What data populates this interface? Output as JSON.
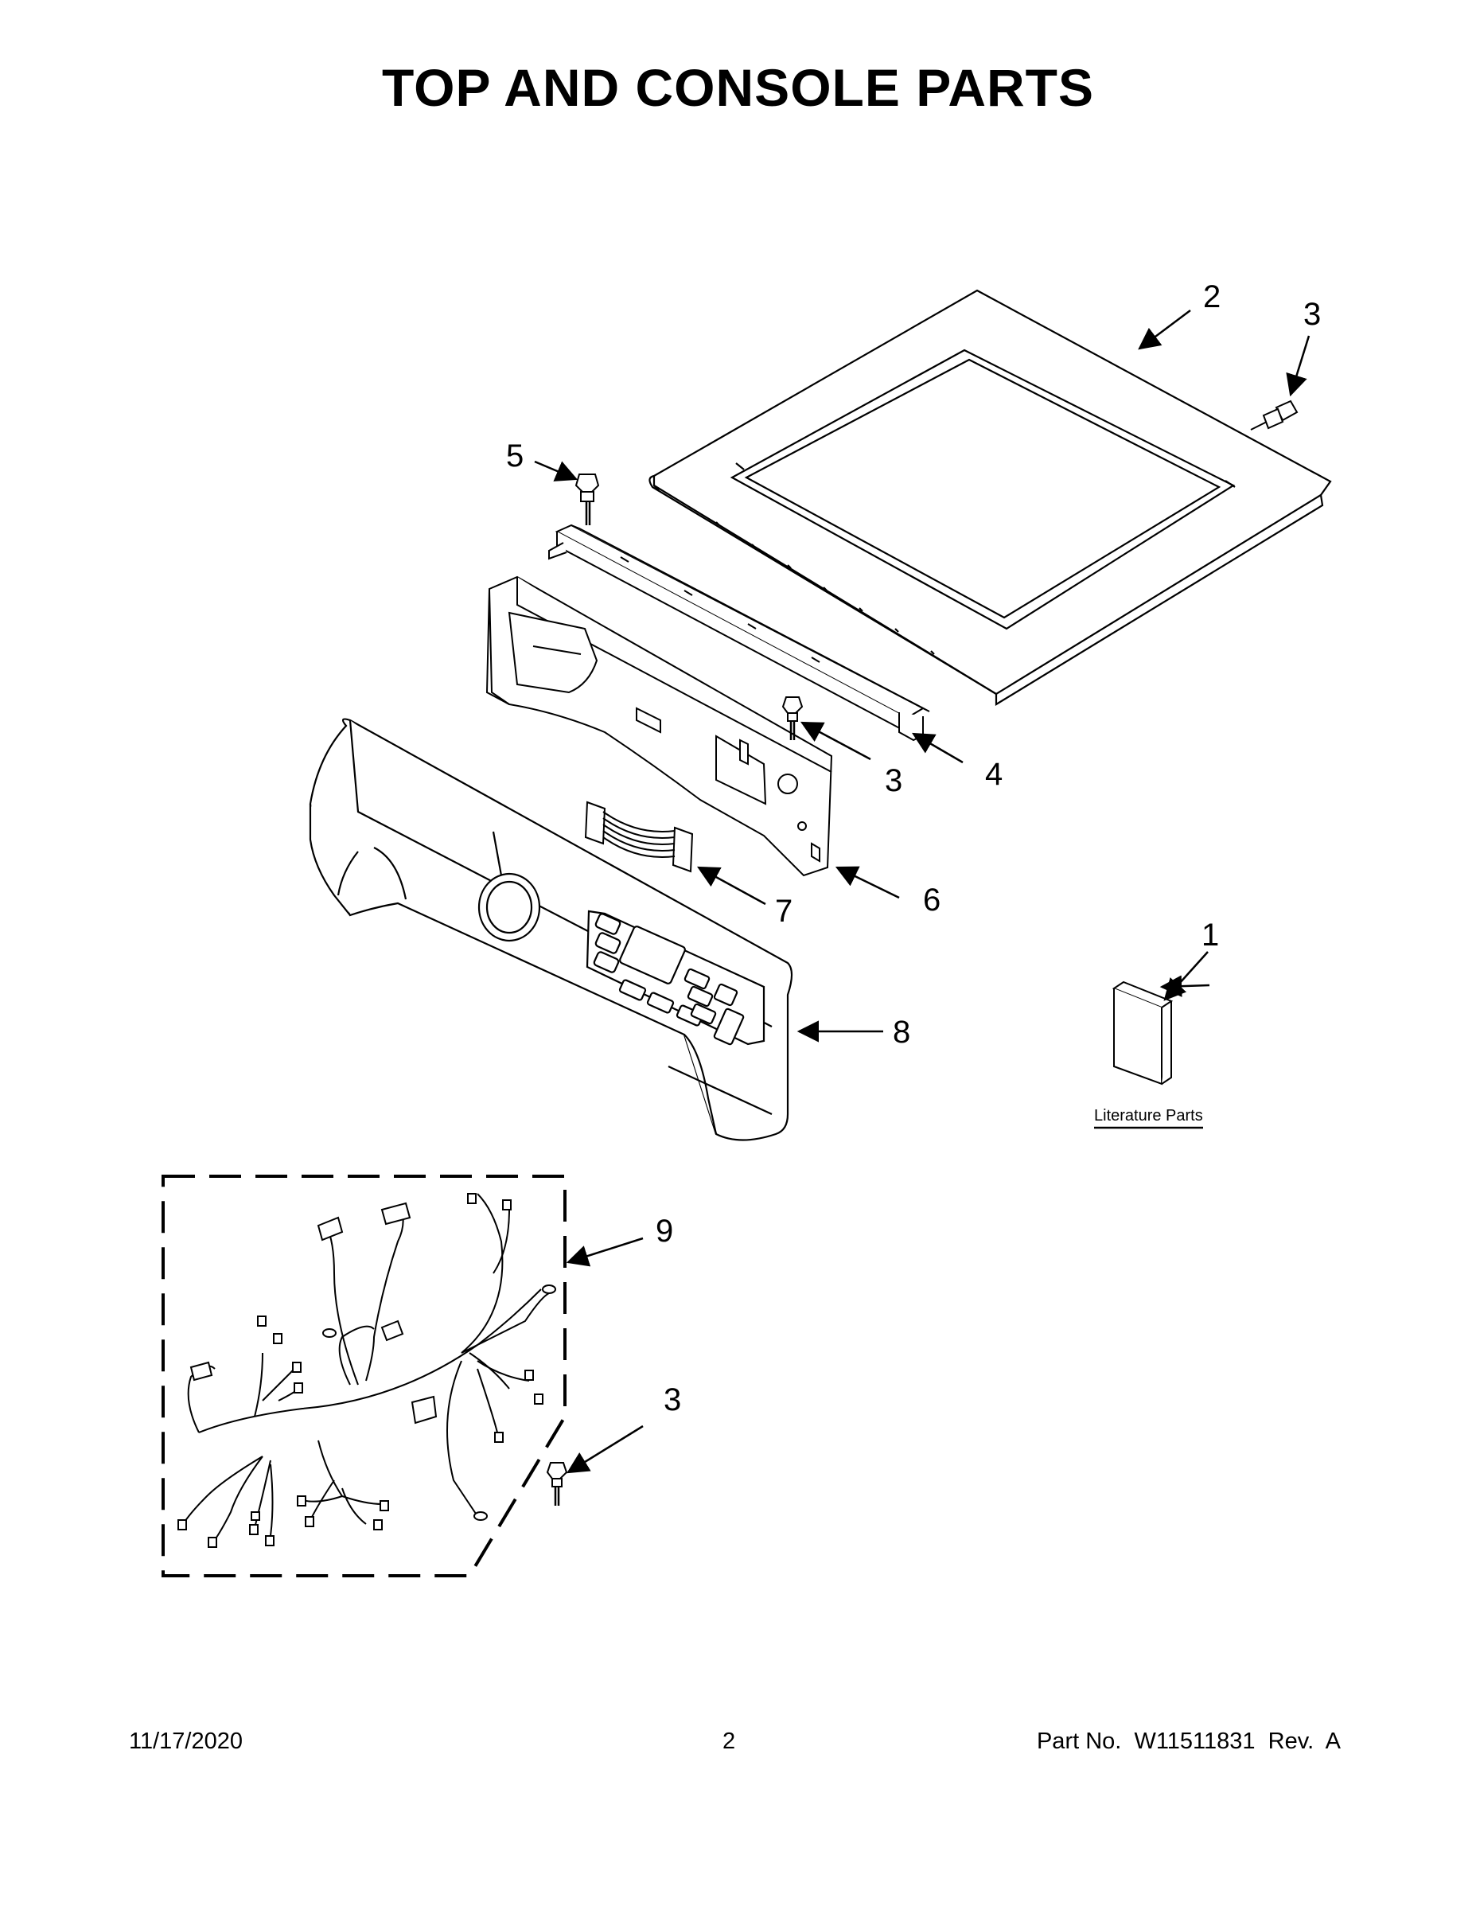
{
  "title": "TOP AND CONSOLE PARTS",
  "callouts": {
    "c1": "1",
    "c2": "2",
    "c3_top": "3",
    "c3_mid": "3",
    "c3_bottom": "3",
    "c4": "4",
    "c5": "5",
    "c6": "6",
    "c7": "7",
    "c8": "8",
    "c9": "9"
  },
  "literature_label": "Literature Parts",
  "footer": {
    "date": "11/17/2020",
    "page": "2",
    "part_no": "Part No.  W11511831  Rev.  A"
  }
}
